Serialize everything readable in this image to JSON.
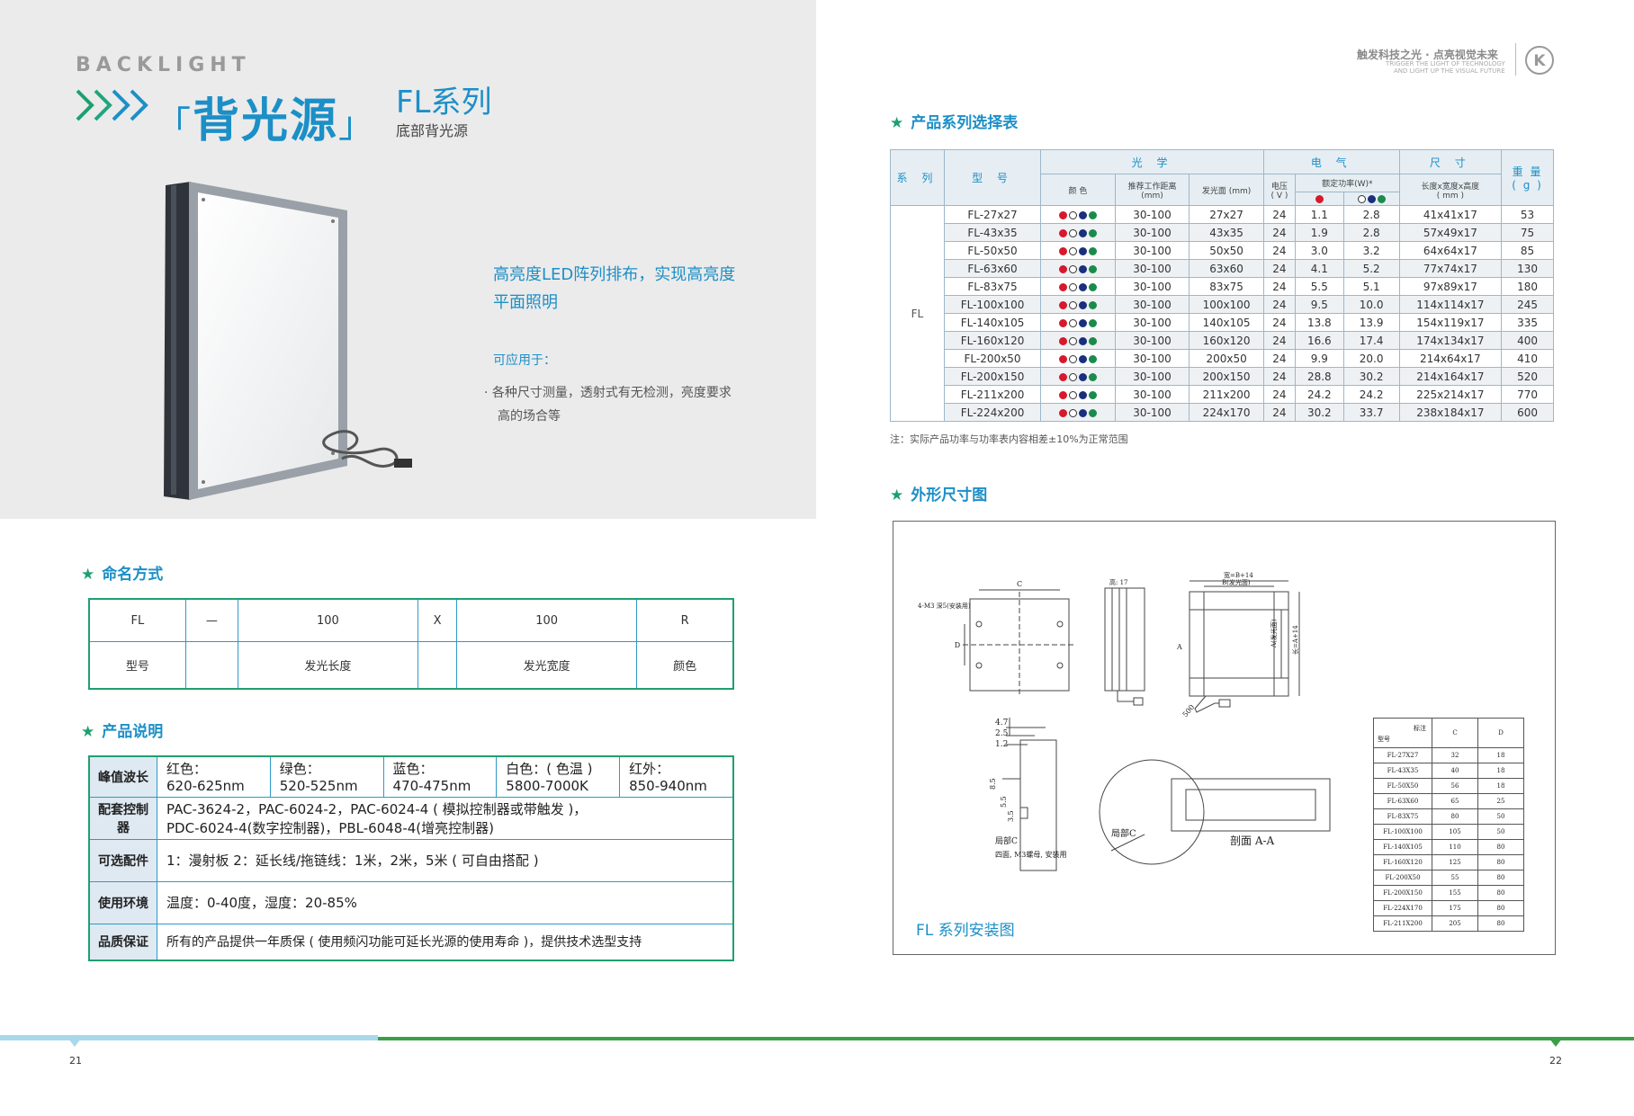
{
  "header": {
    "backlight_en": "BACKLIGHT",
    "title_open": "「",
    "title_main": "背光源",
    "title_close": "」",
    "series_title": "FL系列",
    "series_subtitle": "底部背光源"
  },
  "intro": {
    "feature_line1": "高亮度LED阵列排布，实现高亮度",
    "feature_line2": "平面照明",
    "apply_label": "可应用于：",
    "apply_line1": "· 各种尺寸测量，透射式有无检测，亮度要求",
    "apply_line2": "高的场合等"
  },
  "naming": {
    "title": "命名方式",
    "codes": [
      "FL",
      "—",
      "100",
      "X",
      "100",
      "R"
    ],
    "meanings": [
      "型号",
      "",
      "发光长度",
      "",
      "发光宽度",
      "颜色"
    ]
  },
  "description": {
    "title": "产品说明",
    "wavelength_label": "峰值波长",
    "wavelengths": [
      {
        "color": "红色：",
        "range": "620-625nm"
      },
      {
        "color": "绿色：",
        "range": "520-525nm"
      },
      {
        "color": "蓝色：",
        "range": "470-475nm"
      },
      {
        "color": "白色：( 色温 )",
        "range": "5800-7000K"
      },
      {
        "color": "红外：",
        "range": "850-940nm"
      }
    ],
    "controller_label": "配套控制器",
    "controller_line1": "PAC-3624-2，PAC-6024-2，PAC-6024-4 ( 模拟控制器或带触发 )，",
    "controller_line2": "PDC-6024-4(数字控制器)，PBL-6048-4(增亮控制器)",
    "accessory_label": "可选配件",
    "accessory_text": "1：漫射板  2：延长线/拖链线：1米，2米，5米 ( 可自由搭配 )",
    "env_label": "使用环境",
    "env_text": "温度：0-40度，湿度：20-85%",
    "quality_label": "品质保证",
    "quality_text": "所有的产品提供一年质保 ( 使用频闪功能可延长光源的使用寿命 )，提供技术选型支持"
  },
  "brand": {
    "slogan_cn": "触发科技之光 · 点亮视觉未来",
    "slogan_en1": "TRIGGER THE LIGHT OF TECHNOLOGY",
    "slogan_en2": "AND LIGHT UP THE VISUAL FUTURE",
    "logo_letter": "K"
  },
  "selection": {
    "title": "产品系列选择表",
    "h_series": "系 列",
    "h_model": "型 号",
    "h_optics": "光 学",
    "h_electric": "电 气",
    "h_size": "尺 寸",
    "h_weight": "重 量",
    "h_weight_unit": "( g )",
    "h_color": "颜 色",
    "h_distance": "推荐工作距离",
    "h_distance_unit": "(mm)",
    "h_area": "发光面 (mm)",
    "h_voltage": "电压",
    "h_voltage_unit": "( V )",
    "h_power": "额定功率(W)*",
    "h_dims": "长度x宽度x高度",
    "h_dims_unit": "( mm )",
    "series": "FL",
    "rows": [
      {
        "model": "FL-27x27",
        "dist": "30-100",
        "area": "27x27",
        "v": "24",
        "p1": "1.1",
        "p2": "2.8",
        "dims": "41x41x17",
        "w": "53"
      },
      {
        "model": "FL-43x35",
        "dist": "30-100",
        "area": "43x35",
        "v": "24",
        "p1": "1.9",
        "p2": "2.8",
        "dims": "57x49x17",
        "w": "75"
      },
      {
        "model": "FL-50x50",
        "dist": "30-100",
        "area": "50x50",
        "v": "24",
        "p1": "3.0",
        "p2": "3.2",
        "dims": "64x64x17",
        "w": "85"
      },
      {
        "model": "FL-63x60",
        "dist": "30-100",
        "area": "63x60",
        "v": "24",
        "p1": "4.1",
        "p2": "5.2",
        "dims": "77x74x17",
        "w": "130"
      },
      {
        "model": "FL-83x75",
        "dist": "30-100",
        "area": "83x75",
        "v": "24",
        "p1": "5.5",
        "p2": "5.1",
        "dims": "97x89x17",
        "w": "180"
      },
      {
        "model": "FL-100x100",
        "dist": "30-100",
        "area": "100x100",
        "v": "24",
        "p1": "9.5",
        "p2": "10.0",
        "dims": "114x114x17",
        "w": "245"
      },
      {
        "model": "FL-140x105",
        "dist": "30-100",
        "area": "140x105",
        "v": "24",
        "p1": "13.8",
        "p2": "13.9",
        "dims": "154x119x17",
        "w": "335"
      },
      {
        "model": "FL-160x120",
        "dist": "30-100",
        "area": "160x120",
        "v": "24",
        "p1": "16.6",
        "p2": "17.4",
        "dims": "174x134x17",
        "w": "400"
      },
      {
        "model": "FL-200x50",
        "dist": "30-100",
        "area": "200x50",
        "v": "24",
        "p1": "9.9",
        "p2": "20.0",
        "dims": "214x64x17",
        "w": "410"
      },
      {
        "model": "FL-200x150",
        "dist": "30-100",
        "area": "200x150",
        "v": "24",
        "p1": "28.8",
        "p2": "30.2",
        "dims": "214x164x17",
        "w": "520"
      },
      {
        "model": "FL-211x200",
        "dist": "30-100",
        "area": "211x200",
        "v": "24",
        "p1": "24.2",
        "p2": "24.2",
        "dims": "225x214x17",
        "w": "770"
      },
      {
        "model": "FL-224x200",
        "dist": "30-100",
        "area": "224x170",
        "v": "24",
        "p1": "30.2",
        "p2": "33.7",
        "dims": "238x184x17",
        "w": "600"
      }
    ],
    "note": "注：实际产品功率与功率表内容相差±10%为正常范围"
  },
  "outline": {
    "title": "外形尺寸图",
    "caption": "FL 系列安装图",
    "labels": {
      "c": "C",
      "d": "D",
      "holes": "4-M3 深5(安装用)",
      "height": "高: 17",
      "width_b": "宽=B+14",
      "b_area": "B(发光面)",
      "a_area": "A(发光面)",
      "length": "长=A+14",
      "a": "A",
      "cable": "500",
      "d47": "4.7",
      "d25": "2.5",
      "d12": "1.2",
      "d85": "8.5",
      "d55": "5.5",
      "d35": "3.5",
      "local_c": "局部C",
      "local_note": "四面, M3螺母, 安装用",
      "local_c2": "局部C",
      "section": "剖面 A-A"
    },
    "dim_table": {
      "h_label": "标注",
      "h_model": "型号",
      "h_c": "C",
      "h_d": "D",
      "rows": [
        [
          "FL-27X27",
          "32",
          "18"
        ],
        [
          "FL-43X35",
          "40",
          "18"
        ],
        [
          "FL-50X50",
          "56",
          "18"
        ],
        [
          "FL-63X60",
          "65",
          "25"
        ],
        [
          "FL-83X75",
          "80",
          "50"
        ],
        [
          "FL-100X100",
          "105",
          "50"
        ],
        [
          "FL-140X105",
          "110",
          "80"
        ],
        [
          "FL-160X120",
          "125",
          "80"
        ],
        [
          "FL-200X50",
          "55",
          "80"
        ],
        [
          "FL-200X150",
          "155",
          "80"
        ],
        [
          "FL-224X170",
          "175",
          "80"
        ],
        [
          "FL-211X200",
          "205",
          "80"
        ]
      ]
    }
  },
  "footer": {
    "page_left": "21",
    "page_right": "22"
  },
  "colors": {
    "accent_blue": "#1c8fc7",
    "accent_green": "#1f9f6f",
    "led_red": "#d7192b",
    "led_blue": "#1b2f7f",
    "led_green": "#1a8b4a"
  }
}
